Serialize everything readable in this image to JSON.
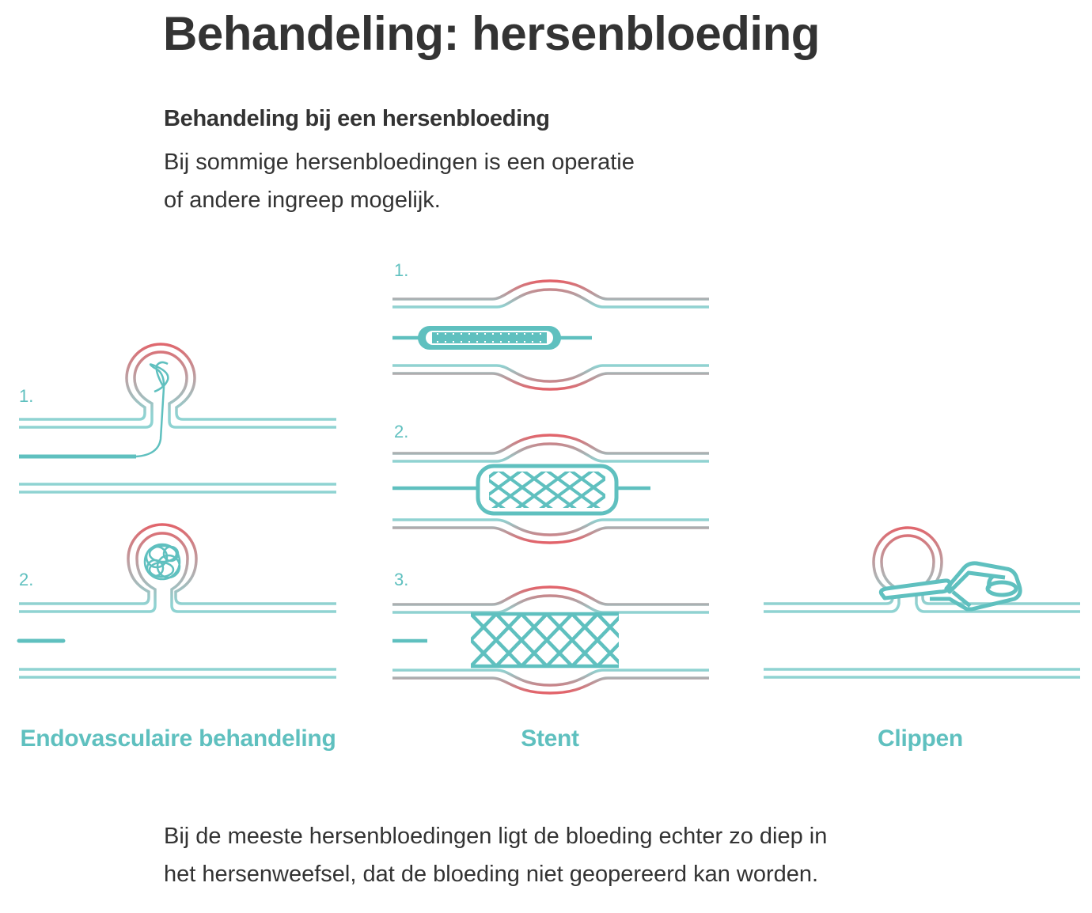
{
  "title": "Behandeling: hersenbloeding",
  "subtitle": "Behandeling bij een hersenbloeding",
  "intro": [
    "Bij sommige hersenbloedingen is een operatie",
    "of andere ingreep mogelijk."
  ],
  "panels": {
    "endovascular": {
      "label": "Endovasculaire behandeling",
      "steps": [
        "1.",
        "2."
      ]
    },
    "stent": {
      "label": "Stent",
      "steps": [
        "1.",
        "2.",
        "3."
      ]
    },
    "clip": {
      "label": "Clippen"
    }
  },
  "footer": [
    "Bij de meeste hersenbloedingen ligt de bloeding echter zo diep in",
    "het hersenweefsel, dat de bloeding niet geopereerd kan worden."
  ],
  "colors": {
    "teal": "#5fc0bf",
    "vessel": "#8fd3d2",
    "red": "#e2636a",
    "text": "#333333"
  }
}
